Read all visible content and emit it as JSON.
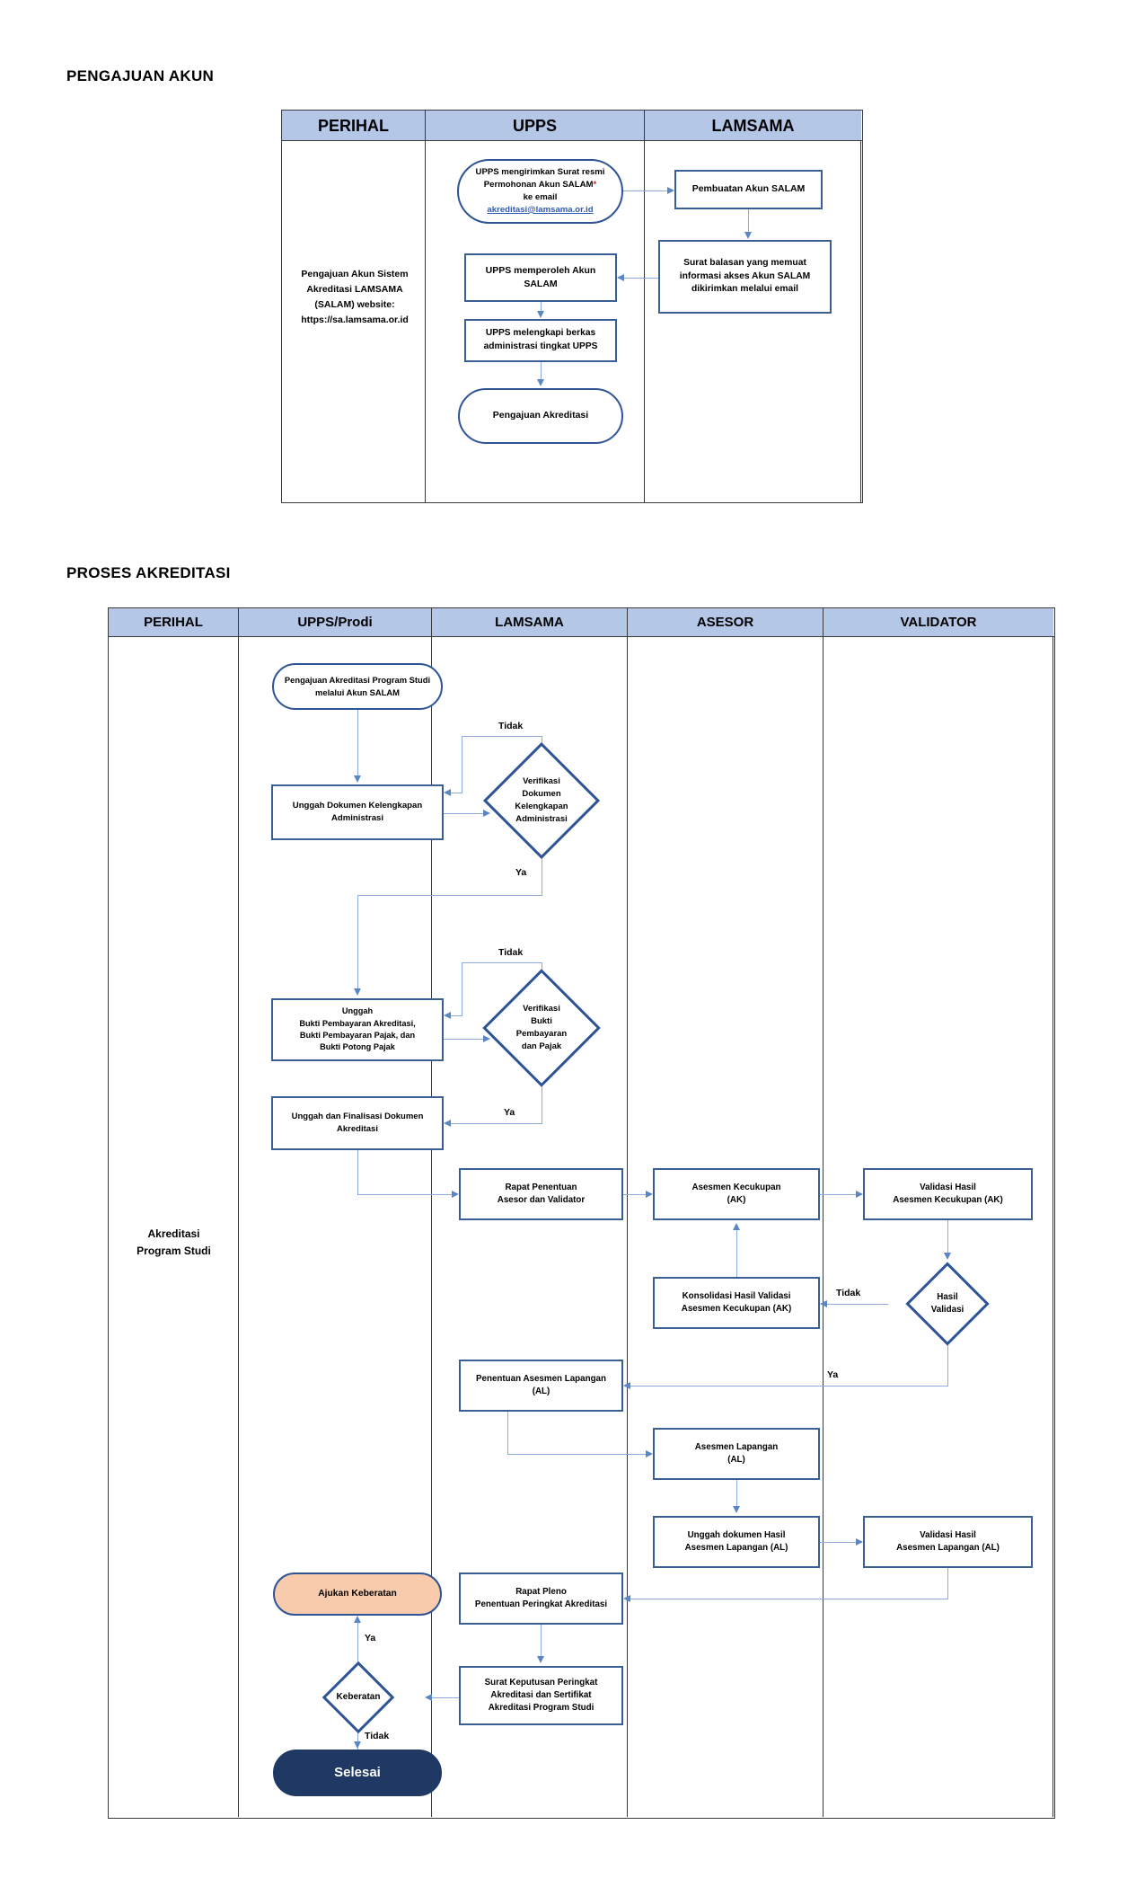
{
  "document": {
    "sections": [
      {
        "title": "PENGAJUAN AKUN"
      },
      {
        "title": "PROSES AKREDITASI"
      }
    ]
  },
  "chart_data": [
    {
      "type": "diagram",
      "diagram_kind": "swimlane-flowchart",
      "title": "PENGAJUAN AKUN",
      "lanes": [
        "PERIHAL",
        "UPPS",
        "LAMSAMA"
      ],
      "nodes": [
        {
          "id": "p1",
          "lane": "PERIHAL",
          "shape": "text",
          "label": "Pengajuan Akun Sistem Akreditasi LAMSAMA (SALAM) website: https://sa.lamsama.or.id"
        },
        {
          "id": "u1",
          "lane": "UPPS",
          "shape": "terminator",
          "label": "UPPS mengirimkan Surat resmi Permohonan Akun SALAM* ke email akreditasi@lamsama.or.id"
        },
        {
          "id": "u2",
          "lane": "UPPS",
          "shape": "process",
          "label": "UPPS memperoleh Akun SALAM"
        },
        {
          "id": "u3",
          "lane": "UPPS",
          "shape": "process",
          "label": "UPPS melengkapi berkas administrasi tingkat UPPS"
        },
        {
          "id": "u4",
          "lane": "UPPS",
          "shape": "terminator",
          "label": "Pengajuan Akreditasi"
        },
        {
          "id": "l1",
          "lane": "LAMSAMA",
          "shape": "process",
          "label": "Pembuatan Akun SALAM"
        },
        {
          "id": "l2",
          "lane": "LAMSAMA",
          "shape": "process",
          "label": "Surat balasan yang memuat informasi akses Akun SALAM dikirimkan melalui email"
        }
      ],
      "edges": [
        {
          "from": "u1",
          "to": "l1",
          "label": ""
        },
        {
          "from": "l1",
          "to": "l2",
          "label": ""
        },
        {
          "from": "l2",
          "to": "u2",
          "label": ""
        },
        {
          "from": "u2",
          "to": "u3",
          "label": ""
        },
        {
          "from": "u3",
          "to": "u4",
          "label": ""
        }
      ]
    },
    {
      "type": "diagram",
      "diagram_kind": "swimlane-flowchart",
      "title": "PROSES AKREDITASI",
      "lanes": [
        "PERIHAL",
        "UPPS/Prodi",
        "LAMSAMA",
        "ASESOR",
        "VALIDATOR"
      ],
      "nodes": [
        {
          "id": "q0",
          "lane": "PERIHAL",
          "shape": "text",
          "label": "Akreditasi Program Studi"
        },
        {
          "id": "a1",
          "lane": "UPPS/Prodi",
          "shape": "terminator",
          "label": "Pengajuan Akreditasi Program Studi melalui Akun SALAM"
        },
        {
          "id": "a2",
          "lane": "UPPS/Prodi",
          "shape": "process",
          "label": "Unggah Dokumen Kelengkapan Administrasi"
        },
        {
          "id": "a3",
          "lane": "UPPS/Prodi",
          "shape": "process",
          "label": "Unggah Bukti Pembayaran Akreditasi, Bukti Pembayaran Pajak, dan Bukti Potong Pajak"
        },
        {
          "id": "a4",
          "lane": "UPPS/Prodi",
          "shape": "process",
          "label": "Unggah dan Finalisasi Dokumen Akreditasi"
        },
        {
          "id": "a5",
          "lane": "UPPS/Prodi",
          "shape": "terminator-orange",
          "label": "Ajukan Keberatan"
        },
        {
          "id": "a6",
          "lane": "UPPS/Prodi",
          "shape": "decision",
          "label": "Keberatan"
        },
        {
          "id": "a7",
          "lane": "UPPS/Prodi",
          "shape": "terminator-dark",
          "label": "Selesai"
        },
        {
          "id": "b1",
          "lane": "LAMSAMA",
          "shape": "decision",
          "label": "Verifikasi Dokumen Kelengkapan Administrasi"
        },
        {
          "id": "b2",
          "lane": "LAMSAMA",
          "shape": "decision",
          "label": "Verifikasi Bukti Pembayaran dan Pajak"
        },
        {
          "id": "b3",
          "lane": "LAMSAMA",
          "shape": "process",
          "label": "Rapat Penentuan Asesor dan Validator"
        },
        {
          "id": "b4",
          "lane": "LAMSAMA",
          "shape": "process",
          "label": "Penentuan Asesmen Lapangan (AL)"
        },
        {
          "id": "b5",
          "lane": "LAMSAMA",
          "shape": "process",
          "label": "Rapat Pleno Penentuan Peringkat Akreditasi"
        },
        {
          "id": "b6",
          "lane": "LAMSAMA",
          "shape": "process",
          "label": "Surat Keputusan Peringkat Akreditasi dan Sertifikat Akreditasi Program Studi"
        },
        {
          "id": "c1",
          "lane": "ASESOR",
          "shape": "process",
          "label": "Asesmen Kecukupan (AK)"
        },
        {
          "id": "c2",
          "lane": "ASESOR",
          "shape": "process",
          "label": "Konsolidasi Hasil Validasi Asesmen Kecukupan (AK)"
        },
        {
          "id": "c3",
          "lane": "ASESOR",
          "shape": "process",
          "label": "Asesmen Lapangan (AL)"
        },
        {
          "id": "c4",
          "lane": "ASESOR",
          "shape": "process",
          "label": "Unggah dokumen Hasil Asesmen Lapangan (AL)"
        },
        {
          "id": "d1",
          "lane": "VALIDATOR",
          "shape": "process",
          "label": "Validasi Hasil Asesmen Kecukupan (AK)"
        },
        {
          "id": "d2",
          "lane": "VALIDATOR",
          "shape": "decision",
          "label": "Hasil Validasi"
        },
        {
          "id": "d3",
          "lane": "VALIDATOR",
          "shape": "process",
          "label": "Validasi Hasil Asesmen Lapangan (AL)"
        }
      ],
      "edges": [
        {
          "from": "a1",
          "to": "a2",
          "label": ""
        },
        {
          "from": "a2",
          "to": "b1",
          "label": ""
        },
        {
          "from": "b1",
          "to": "a2",
          "label": "Tidak"
        },
        {
          "from": "b1",
          "to": "a3",
          "label": "Ya"
        },
        {
          "from": "a3",
          "to": "b2",
          "label": ""
        },
        {
          "from": "b2",
          "to": "a3",
          "label": "Tidak"
        },
        {
          "from": "b2",
          "to": "a4",
          "label": "Ya"
        },
        {
          "from": "a4",
          "to": "b3",
          "label": ""
        },
        {
          "from": "b3",
          "to": "c1",
          "label": ""
        },
        {
          "from": "c1",
          "to": "d1",
          "label": ""
        },
        {
          "from": "d1",
          "to": "d2",
          "label": ""
        },
        {
          "from": "d2",
          "to": "c2",
          "label": "Tidak"
        },
        {
          "from": "c2",
          "to": "c1",
          "label": ""
        },
        {
          "from": "d2",
          "to": "b4",
          "label": "Ya"
        },
        {
          "from": "b4",
          "to": "c3",
          "label": ""
        },
        {
          "from": "c3",
          "to": "c4",
          "label": ""
        },
        {
          "from": "c4",
          "to": "d3",
          "label": ""
        },
        {
          "from": "d3",
          "to": "b5",
          "label": ""
        },
        {
          "from": "b5",
          "to": "b6",
          "label": ""
        },
        {
          "from": "b6",
          "to": "a6",
          "label": ""
        },
        {
          "from": "a6",
          "to": "a5",
          "label": "Ya"
        },
        {
          "from": "a6",
          "to": "a7",
          "label": "Tidak"
        }
      ]
    }
  ],
  "chart1": {
    "headers": {
      "h1": "PERIHAL",
      "h2": "UPPS",
      "h3": "LAMSAMA"
    },
    "perihal_text": "Pengajuan Akun Sistem Akreditasi LAMSAMA (SALAM) website: https://sa.lamsama.or.id",
    "n_upps_surat_l1": "UPPS mengirimkan Surat resmi",
    "n_upps_surat_l2": "Permohonan Akun SALAM",
    "n_upps_surat_l3": "ke email",
    "n_upps_surat_email": "akreditasi@lamsama.or.id",
    "n_upps_akun": "UPPS memperoleh Akun SALAM",
    "n_upps_berkas": "UPPS melengkapi berkas administrasi tingkat UPPS",
    "n_upps_pengajuan": "Pengajuan  Akreditasi",
    "n_lam_pembuatan": "Pembuatan Akun SALAM",
    "n_lam_surat": "Surat balasan yang memuat informasi akses Akun SALAM dikirimkan melalui email",
    "asterisk": "*"
  },
  "chart2": {
    "headers": {
      "h1": "PERIHAL",
      "h2": "UPPS/Prodi",
      "h3": "LAMSAMA",
      "h4": "ASESOR",
      "h5": "VALIDATOR"
    },
    "perihal_text": "Akreditasi\nProgram Studi",
    "n_pengajuan": "Pengajuan Akreditasi Program Studi melalui Akun SALAM",
    "n_unggah_dok": "Unggah Dokumen Kelengkapan Administrasi",
    "n_verif_dok": "Verifikasi\nDokumen\nKelengkapan\nAdministrasi",
    "n_unggah_bukti": "Unggah\nBukti Pembayaran Akreditasi,\nBukti Pembayaran Pajak, dan\nBukti Potong Pajak",
    "n_verif_bukti": "Verifikasi\nBukti\nPembayaran\ndan Pajak",
    "n_finalisasi": "Unggah dan Finalisasi Dokumen Akreditasi",
    "n_rapat_penentuan": "Rapat Penentuan\nAsesor dan Validator",
    "n_asesmen_kecukupan": "Asesmen Kecukupan\n(AK)",
    "n_validasi_ak": "Validasi Hasil\nAsesmen Kecukupan (AK)",
    "n_hasil_validasi": "Hasil\nValidasi",
    "n_konsolidasi": "Konsolidasi Hasil Validasi\nAsesmen Kecukupan (AK)",
    "n_penentuan_al": "Penentuan Asesmen Lapangan\n(AL)",
    "n_asesmen_lapangan": "Asesmen Lapangan\n(AL)",
    "n_unggah_al": "Unggah dokumen Hasil\nAsesmen Lapangan (AL)",
    "n_validasi_al": "Validasi Hasil\nAsesmen Lapangan (AL)",
    "n_rapat_pleno": "Rapat Pleno\nPenentuan Peringkat Akreditasi",
    "n_surat_keputusan": "Surat Keputusan Peringkat\nAkreditasi dan Sertifikat\nAkreditasi Program Studi",
    "n_ajukan": "Ajukan Keberatan",
    "n_keberatan": "Keberatan",
    "n_selesai": "Selesai",
    "lbl_tidak1": "Tidak",
    "lbl_ya1": "Ya",
    "lbl_tidak2": "Tidak",
    "lbl_ya2": "Ya",
    "lbl_tidak3": "Tidak",
    "lbl_ya3": "Ya",
    "lbl_ya4": "Ya",
    "lbl_tidak4": "Tidak"
  },
  "colors": {
    "header_fill": "#b4c7e7",
    "node_border": "#2f5496",
    "connector": "#8faadc",
    "orange_fill": "#f8cbad",
    "dark_fill": "#1f3864"
  }
}
